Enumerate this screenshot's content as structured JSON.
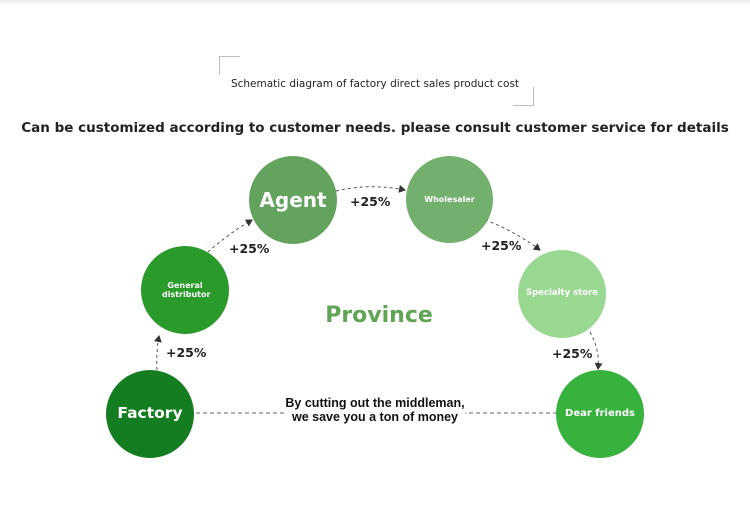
{
  "title": "Schematic diagram of factory direct sales product cost",
  "subtitle": "Can be customized according to customer needs. please consult customer service for details",
  "center_label": "Province",
  "bypass_note": "By cutting out the middleman, we save you a ton of money",
  "nodes": {
    "factory": {
      "label": "Factory",
      "color": "#157d21"
    },
    "general_distributor": {
      "label": "General distributor",
      "color": "#2a9a2a"
    },
    "agent": {
      "label": "Agent",
      "color": "#63a35d"
    },
    "wholesaler": {
      "label": "Wholesaler",
      "color": "#73b06d"
    },
    "specialty_store": {
      "label": "Specialty store",
      "color": "#99d891"
    },
    "dear_friends": {
      "label": "Dear friends",
      "color": "#36b23d"
    }
  },
  "markups": {
    "factory_to_distributor": "+25%",
    "distributor_to_agent": "+25%",
    "agent_to_wholesaler": "+25%",
    "wholesaler_to_store": "+25%",
    "store_to_friends": "+25%"
  }
}
